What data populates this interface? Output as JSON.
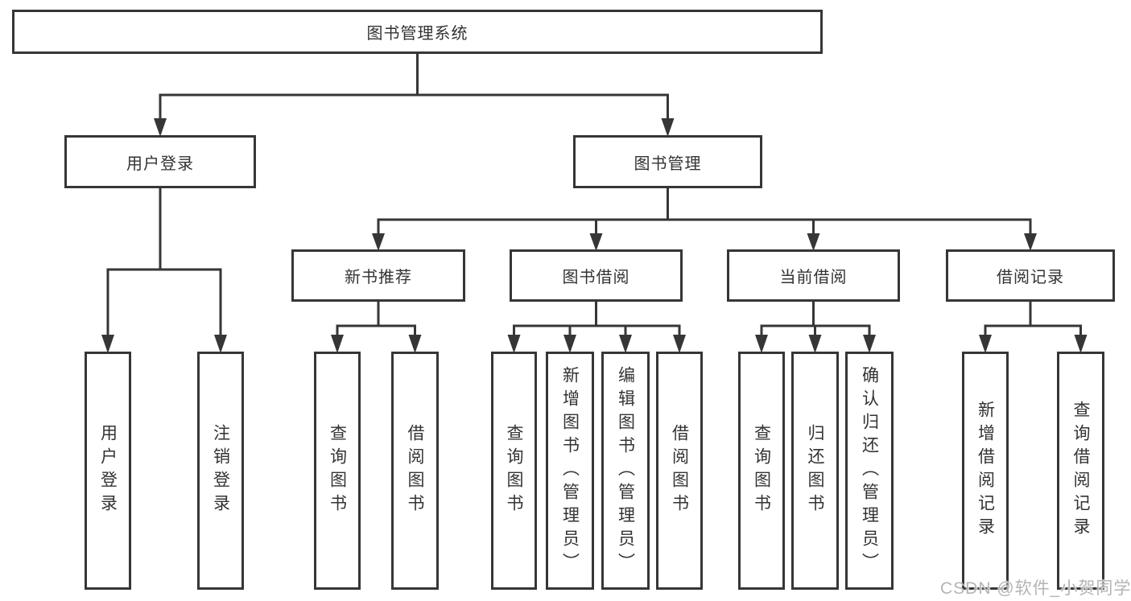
{
  "root": {
    "label": "图书管理系统"
  },
  "branches": [
    {
      "label": "用户登录",
      "leaves": [
        {
          "label": "用户登录"
        },
        {
          "label": "注销登录"
        }
      ]
    },
    {
      "label": "图书管理",
      "modules": [
        {
          "label": "新书推荐",
          "leaves": [
            {
              "label": "查询图书"
            },
            {
              "label": "借阅图书"
            }
          ]
        },
        {
          "label": "图书借阅",
          "leaves": [
            {
              "label": "查询图书"
            },
            {
              "label": "新增图书（管理员）"
            },
            {
              "label": "编辑图书（管理员）"
            },
            {
              "label": "借阅图书"
            }
          ]
        },
        {
          "label": "当前借阅",
          "leaves": [
            {
              "label": "查询图书"
            },
            {
              "label": "归还图书"
            },
            {
              "label": "确认归还（管理员）"
            }
          ]
        },
        {
          "label": "借阅记录",
          "leaves": [
            {
              "label": "新增借阅记录"
            },
            {
              "label": "查询借阅记录"
            }
          ]
        }
      ]
    }
  ],
  "watermark": {
    "text": "CSDN @软件_小贺同学"
  },
  "colors": {
    "line": "#363636",
    "text": "#333333",
    "background": "#ffffff",
    "watermark": "#b5b4b3"
  }
}
